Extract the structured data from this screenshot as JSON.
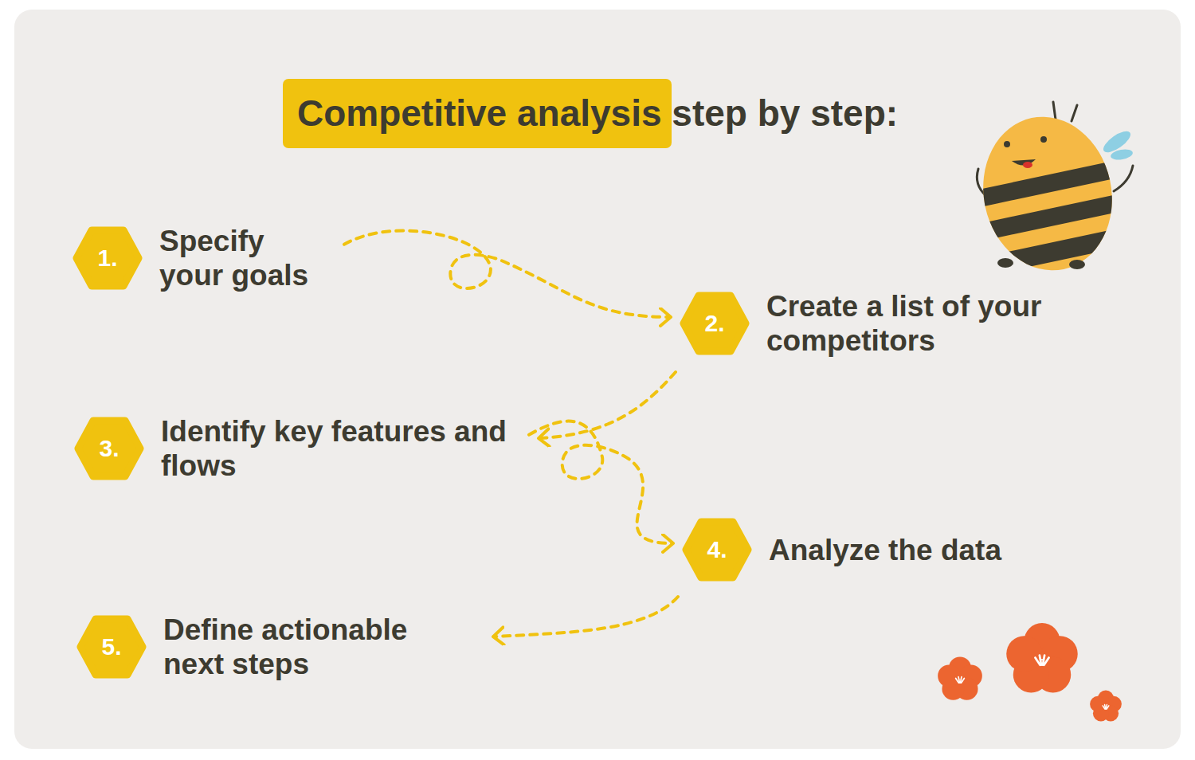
{
  "diagram": {
    "title": "Competitive analysis step by step:",
    "nodes": [
      {
        "text": [
          "1.",
          "Specify your goals"
        ]
      },
      {
        "text": [
          "2.",
          "Create a list of your competitors"
        ]
      },
      {
        "text": [
          "3.",
          "Identify key features and flows"
        ]
      },
      {
        "text": [
          "4.",
          "Analyze the data"
        ]
      },
      {
        "text": [
          "5.",
          "Define actionable next steps"
        ]
      }
    ],
    "edges": [
      {
        "from": 0,
        "to": 1,
        "arrow": "to"
      },
      {
        "from": 1,
        "to": 2,
        "arrow": "to"
      },
      {
        "from": 2,
        "to": 3,
        "arrow": "to"
      },
      {
        "from": 3,
        "to": 4,
        "arrow": "to"
      }
    ]
  }
}
